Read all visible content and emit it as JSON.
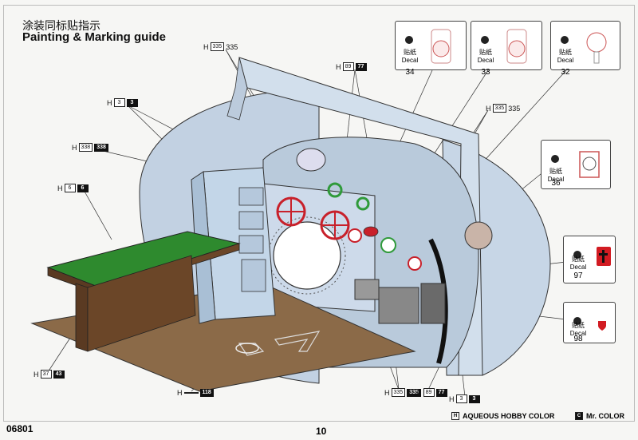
{
  "header": {
    "title_cn": "涂装同标贴指示",
    "title_en": "Painting & Marking guide"
  },
  "footer": {
    "kit_number": "06801",
    "page_number": "10"
  },
  "legend": {
    "aqueous_icon": "H",
    "aqueous_label": "AQUEOUS HOBBY COLOR",
    "mr_icon": "C",
    "mr_label": "Mr. COLOR"
  },
  "decal_word_cn": "贴纸",
  "decal_word_en": "Decal",
  "decals": [
    {
      "number": "34"
    },
    {
      "number": "33"
    },
    {
      "number": "32"
    },
    {
      "number": "36"
    },
    {
      "number": "97"
    },
    {
      "number": "98"
    }
  ],
  "color_codes": [
    {
      "prefix": "H",
      "aqueous": "335",
      "mr": "335"
    },
    {
      "prefix": "H",
      "aqueous": "89",
      "mr": "77"
    },
    {
      "prefix": "H",
      "aqueous": "3",
      "mr": "3"
    },
    {
      "prefix": "H",
      "aqueous": "335",
      "mr": "335"
    },
    {
      "prefix": "H",
      "aqueous": "338",
      "mr": "338"
    },
    {
      "prefix": "H",
      "aqueous": "6",
      "mr": "6"
    },
    {
      "prefix": "H",
      "aqueous": "37",
      "mr": "43"
    },
    {
      "prefix": "H",
      "aqueous": "",
      "mr": "118"
    },
    {
      "prefix": "H",
      "aqueous": "335",
      "mr": "335"
    },
    {
      "prefix": "H",
      "aqueous": "89",
      "mr": "77"
    },
    {
      "prefix": "H",
      "aqueous": "3",
      "mr": "3"
    }
  ],
  "colors": {
    "bulkhead": "#c9d7e6",
    "bulkhead_dark": "#9fb3c9",
    "floor": "#8a6a4a",
    "table_top": "#2e8a2e",
    "table_wood": "#5a3a22",
    "valve_red": "#c8202a",
    "valve_green": "#2f9a3a",
    "cabinet": "#c3d6e8"
  }
}
